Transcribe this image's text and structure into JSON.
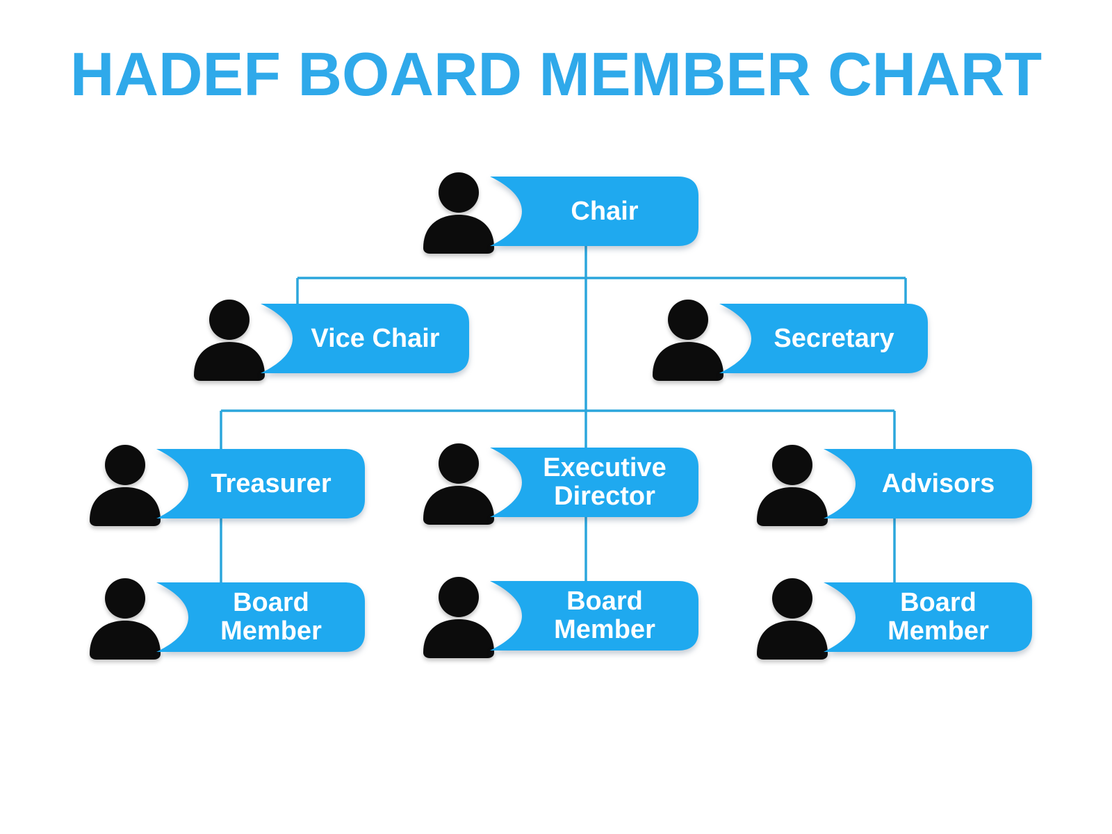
{
  "title": {
    "text": "HADEF BOARD MEMBER CHART"
  },
  "colors": {
    "background": "#ffffff",
    "title": "#2fa9ea",
    "node_fill": "#1fa9ef",
    "node_text": "#ffffff",
    "connector": "#2ba6dc",
    "icon": "#0c0c0c"
  },
  "org_chart": {
    "type": "org-tree",
    "nodes": [
      {
        "id": "chair",
        "label": "Chair",
        "level": 1,
        "reports_to": null
      },
      {
        "id": "vice-chair",
        "label": "Vice Chair",
        "level": 2,
        "reports_to": "chair"
      },
      {
        "id": "secretary",
        "label": "Secretary",
        "level": 2,
        "reports_to": "chair"
      },
      {
        "id": "treasurer",
        "label": "Treasurer",
        "level": 3,
        "reports_to": "chair"
      },
      {
        "id": "executive-director",
        "label": "Executive\nDirector",
        "level": 3,
        "reports_to": "chair"
      },
      {
        "id": "advisors",
        "label": "Advisors",
        "level": 3,
        "reports_to": "chair"
      },
      {
        "id": "board-member-1",
        "label": "Board\nMember",
        "level": 4,
        "reports_to": "treasurer"
      },
      {
        "id": "board-member-2",
        "label": "Board\nMember",
        "level": 4,
        "reports_to": "executive-director"
      },
      {
        "id": "board-member-3",
        "label": "Board\nMember",
        "level": 4,
        "reports_to": "advisors"
      }
    ]
  }
}
